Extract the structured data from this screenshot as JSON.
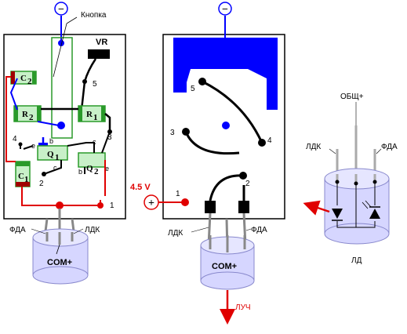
{
  "left_board": {
    "knopka_label": "Кнопка",
    "vr_label": "VR",
    "c2_label": "C",
    "c2_sub": "2",
    "r2_label": "R",
    "r2_sub": "2",
    "r1_label": "R",
    "r1_sub": "1",
    "q1_label": "Q",
    "q1_sub": "1",
    "q2_label": "Q",
    "q2_sub": "2",
    "c1_label": "C",
    "c1_sub": "1",
    "pin5": "5",
    "pin3": "3",
    "pin4": "4",
    "pin2": "2",
    "pin1": "1",
    "e1": "e",
    "b1": "b",
    "c_pin1": "c",
    "c_pin2": "c",
    "b2": "b",
    "e2": "e",
    "minus": "−"
  },
  "left_photo": {
    "fda": "ФДА",
    "ldk": "ЛДК",
    "com": "COM+"
  },
  "middle_board": {
    "minus": "−",
    "pin5": "5",
    "pin3": "3",
    "pin4": "4",
    "pin2": "2",
    "pin1": "1",
    "voltage": "4.5 V",
    "plus": "+",
    "ldk": "ЛДК",
    "fda": "ФДА",
    "com": "COM+",
    "beam": "ЛУЧ"
  },
  "right_component": {
    "common": "ОБЩ+",
    "ldk": "ЛДК",
    "fda": "ФДА",
    "ld": "ЛД"
  },
  "colors": {
    "board": "#000000",
    "accent_blue": "#0000ff",
    "wire_red": "#e00000",
    "component_green": "#33cc33",
    "component_light": "#c8f0c8",
    "can_fill": "#d6d6ff"
  }
}
